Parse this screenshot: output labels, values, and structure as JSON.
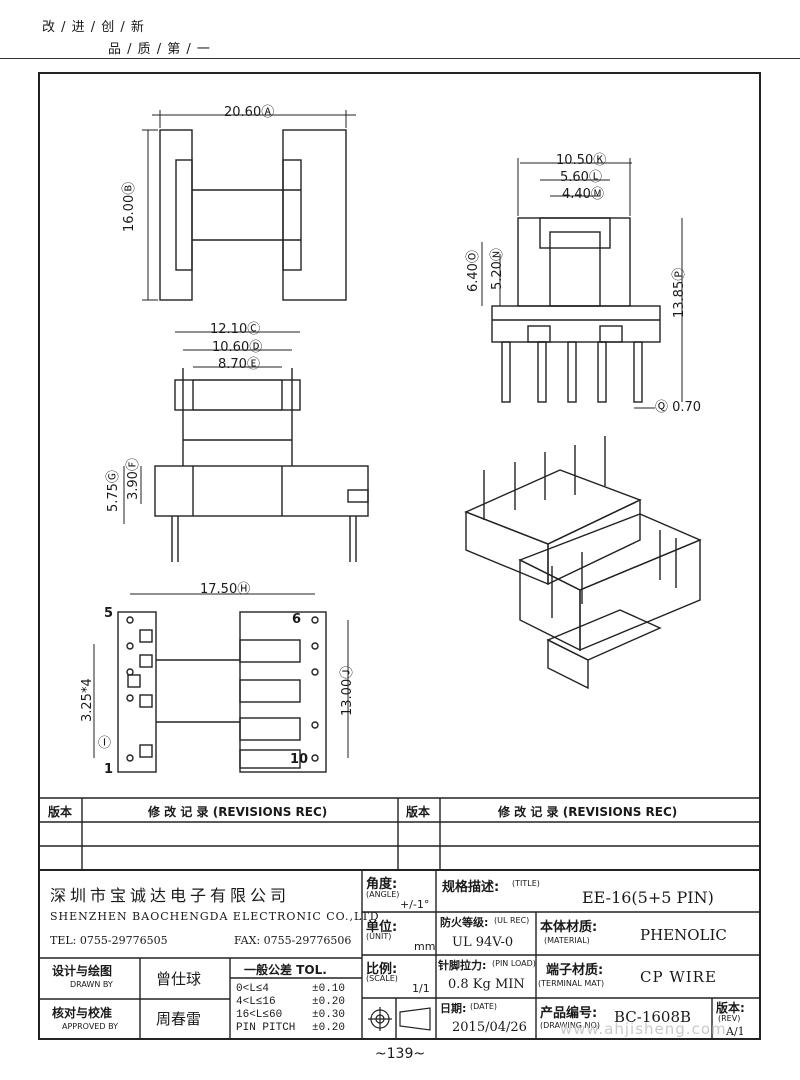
{
  "header": {
    "slogan_top": "改 / 进 / 创 / 新",
    "slogan_bottom": "品 / 质 / 第 / 一"
  },
  "dims": {
    "top_width": "20.60Ⓐ",
    "top_height": "16.00Ⓑ",
    "side_w_k": "10.50Ⓚ",
    "side_w_l": "5.60Ⓛ",
    "side_w_m": "4.40Ⓜ",
    "side_h_o": "6.40Ⓞ",
    "side_h_n": "5.20Ⓝ",
    "side_h_p": "13.85Ⓟ",
    "side_pin_q": "Ⓠ 0.70",
    "front_w_c": "12.10Ⓒ",
    "front_w_d": "10.60Ⓓ",
    "front_w_e": "8.70Ⓔ",
    "front_h_g": "5.75Ⓖ",
    "front_h_f": "3.90Ⓕ",
    "bottom_w_h": "17.50Ⓗ",
    "bottom_h_j": "13.00Ⓙ",
    "bottom_pitch": "3.25*4",
    "bottom_i": "Ⓘ",
    "pin_5": "5",
    "pin_6": "6",
    "pin_1": "1",
    "pin_10": "10"
  },
  "revisions": {
    "col_version": "版本",
    "col_record": "修 改 记 录 (REVISIONS REC)",
    "col_version2": "版本",
    "col_record2": "修 改 记 录 (REVISIONS REC)"
  },
  "company": {
    "name_cn": "深圳市宝诚达电子有限公司",
    "name_en": "SHENZHEN BAOCHENGDA ELECTRONIC CO.,LTD",
    "tel": "TEL: 0755-29776505",
    "fax": "FAX: 0755-29776506"
  },
  "angle": {
    "label": "角度:",
    "label_en": "(ANGLE)",
    "value": "+/-1°"
  },
  "unit": {
    "label": "单位:",
    "label_en": "(UNIT)",
    "value": "mm"
  },
  "scale": {
    "label": "比例:",
    "label_en": "(SCALE)",
    "value": "1/1"
  },
  "title": {
    "label": "规格描述:",
    "label_en": "(TITLE)",
    "value": "EE-16(5+5 PIN)"
  },
  "fire": {
    "label": "防火等级:",
    "label_en": "(UL REC)",
    "value": "UL 94V-0"
  },
  "material": {
    "label": "本体材质:",
    "label_en": "(MATERIAL)",
    "value": "PHENOLIC"
  },
  "pin_load": {
    "label": "针脚拉力:",
    "label_en": "(PIN LOAD)",
    "value": "0.8 Kg MIN"
  },
  "terminal": {
    "label": "端子材质:",
    "label_en": "(TERMINAL MAT)",
    "value": "CP WIRE"
  },
  "date": {
    "label": "日期:",
    "label_en": "(DATE)",
    "value": "2015/04/26"
  },
  "drawing_no": {
    "label": "产品编号:",
    "label_en": "(DRAWING NO)",
    "value": "BC-1608B"
  },
  "rev": {
    "label": "版本:",
    "label_en": "(REV)",
    "value": "A/1"
  },
  "drawn": {
    "label": "设计与绘图",
    "label_en": "DRAWN BY",
    "name": "曾仕球"
  },
  "approved": {
    "label": "核对与校准",
    "label_en": "APPROVED BY",
    "name": "周春雷"
  },
  "tolerance": {
    "title": "一般公差 TOL.",
    "rows": [
      {
        "range": "0<L≤4",
        "value": "±0.10"
      },
      {
        "range": "4<L≤16",
        "value": "±0.20"
      },
      {
        "range": "16<L≤60",
        "value": "±0.30"
      },
      {
        "range": "PIN PITCH",
        "value": "±0.20"
      }
    ]
  },
  "footer": {
    "page": "~139~",
    "watermark": "www.ahjisheng.com"
  }
}
